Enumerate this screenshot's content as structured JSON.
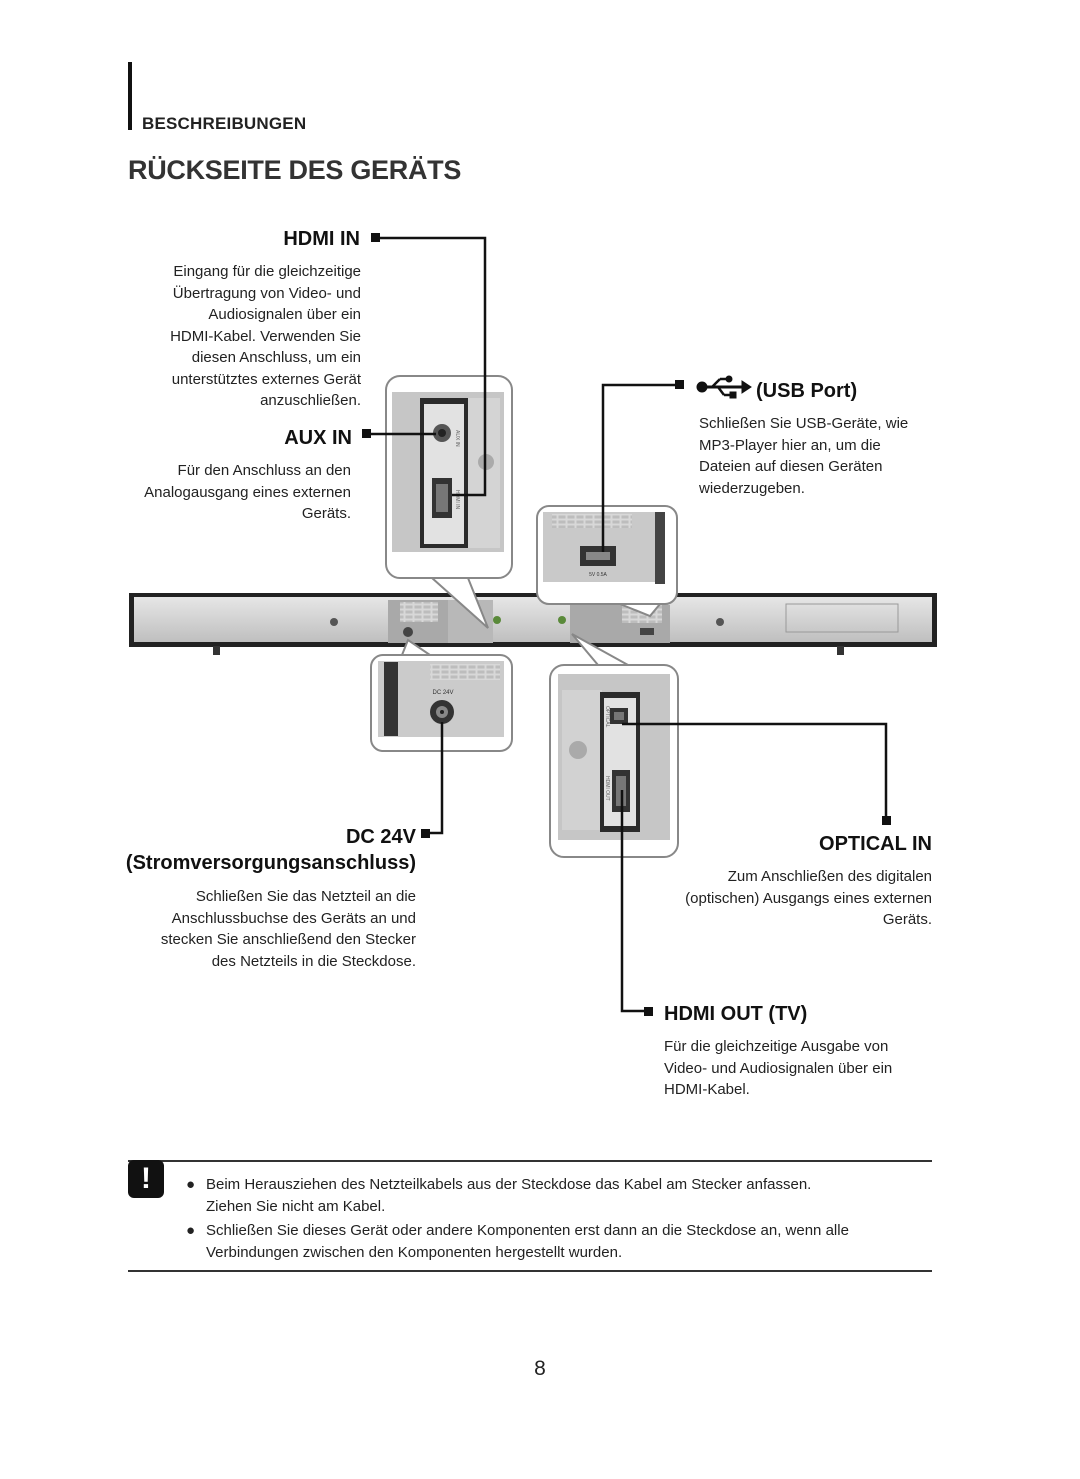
{
  "section": {
    "title": "BESCHREIBUNGEN"
  },
  "page": {
    "title": "RÜCKSEITE DES GERÄTS",
    "number": "8"
  },
  "callouts": {
    "hdmi_in": {
      "label": "HDMI IN",
      "desc": [
        "Eingang für die gleichzeitige",
        "Übertragung von Video- und",
        "Audiosignalen über ein",
        "HDMI-Kabel. Verwenden Sie",
        "diesen Anschluss, um ein",
        "unterstütztes externes Gerät",
        "anzuschließen."
      ]
    },
    "aux_in": {
      "label": "AUX IN",
      "desc": [
        "Für den Anschluss an den",
        "Analogausgang eines externen",
        "Geräts."
      ]
    },
    "usb": {
      "label": "(USB Port)",
      "icon": "usb-icon",
      "desc": [
        "Schließen Sie USB-Geräte, wie",
        "MP3-Player hier an, um die",
        "Dateien auf diesen Geräten",
        "wiederzugeben."
      ]
    },
    "dc": {
      "label": "DC 24V",
      "label2": "(Stromversorgungsanschluss)",
      "desc": [
        "Schließen Sie das Netzteil an die",
        "Anschlussbuchse des Geräts an und",
        "stecken Sie anschließend den Stecker",
        "des Netzteils in die Steckdose."
      ]
    },
    "optical_in": {
      "label": "OPTICAL IN",
      "desc": [
        "Zum Anschließen des digitalen",
        "(optischen) Ausgangs eines externen",
        "Geräts."
      ]
    },
    "hdmi_out": {
      "label": "HDMI OUT (TV)",
      "desc": [
        "Für die gleichzeitige Ausgabe von",
        "Video- und Audiosignalen über ein",
        "HDMI-Kabel."
      ]
    }
  },
  "device_print": {
    "usb_rating": "5V 0.5A",
    "dc_port": "DC 24V",
    "hdmi_in_port": "HDMI IN",
    "aux_port": "AUX IN",
    "optical_port": "OPTICAL",
    "hdmi_out_port": "HDMI OUT"
  },
  "notes": {
    "icon": "caution-icon",
    "icon_glyph": "!",
    "bullet": "●",
    "items": [
      [
        "Beim Herausziehen des Netzteilkabels aus der Steckdose das Kabel am Stecker anfassen.",
        "Ziehen Sie nicht am Kabel."
      ],
      [
        "Schließen Sie dieses Gerät oder andere Komponenten erst dann an die Steckdose an, wenn alle",
        "Verbindungen zwischen den Komponenten hergestellt wurden."
      ]
    ]
  }
}
